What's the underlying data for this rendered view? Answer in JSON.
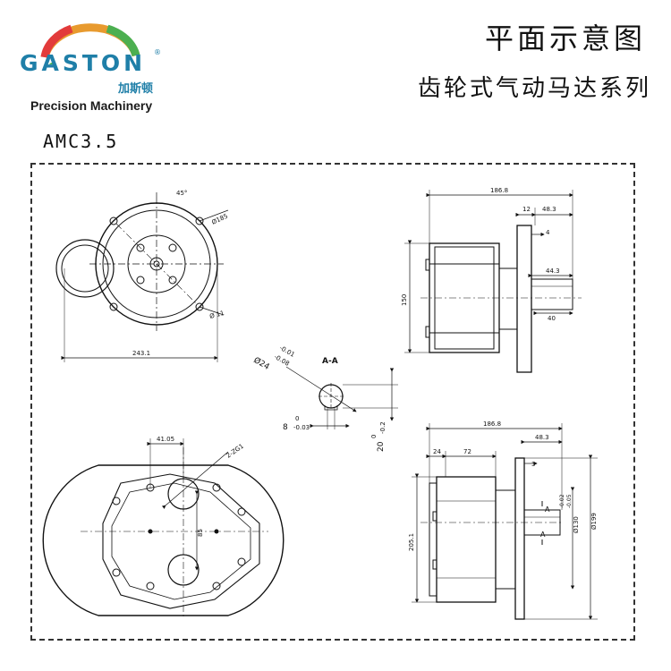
{
  "logo": {
    "word": "GASTON",
    "registered": "®",
    "chinese": "加斯顿",
    "subtitle": "Precision Machinery"
  },
  "header": {
    "title": "平面示意图",
    "subtitle": "齿轮式气动马达系列"
  },
  "model": "AMC3.5",
  "dimensions": {
    "front_angle": "45°",
    "front_bolt_circle": "Ø185",
    "front_hole": "Ø 11",
    "front_width": "243.1",
    "side_total_length": "186.8",
    "side_flange_thickness": "12",
    "side_shaft_length": "48.3",
    "side_key_step": "4",
    "side_key_length": "44.3",
    "side_body_height": "150",
    "side_shaft_exposed": "40",
    "section_title": "A-A",
    "section_diameter": "Ø24",
    "section_diameter_tol_upper": "-0.01",
    "section_diameter_tol_lower": "-0.08",
    "section_key_width_nominal": "8",
    "section_key_width_upper": "0",
    "section_key_width_lower": "-0.03",
    "section_key_height_nominal": "20",
    "section_key_height_upper": "0",
    "section_key_height_lower": "-0.2",
    "rear_port_offset": "41.05",
    "rear_port_thread": "2-ZG1",
    "rear_center_distance": "85",
    "bottom_total_length": "186.8",
    "bottom_segment_a": "24",
    "bottom_segment_b": "72",
    "bottom_shaft_length": "48.3",
    "bottom_step": "3",
    "bottom_pilot_dia": "Ø130",
    "bottom_pilot_tol_upper": "-0.02",
    "bottom_pilot_tol_lower": "-0.05",
    "bottom_flange_dia": "Ø199",
    "bottom_height": "205.1",
    "section_marker": "A"
  }
}
